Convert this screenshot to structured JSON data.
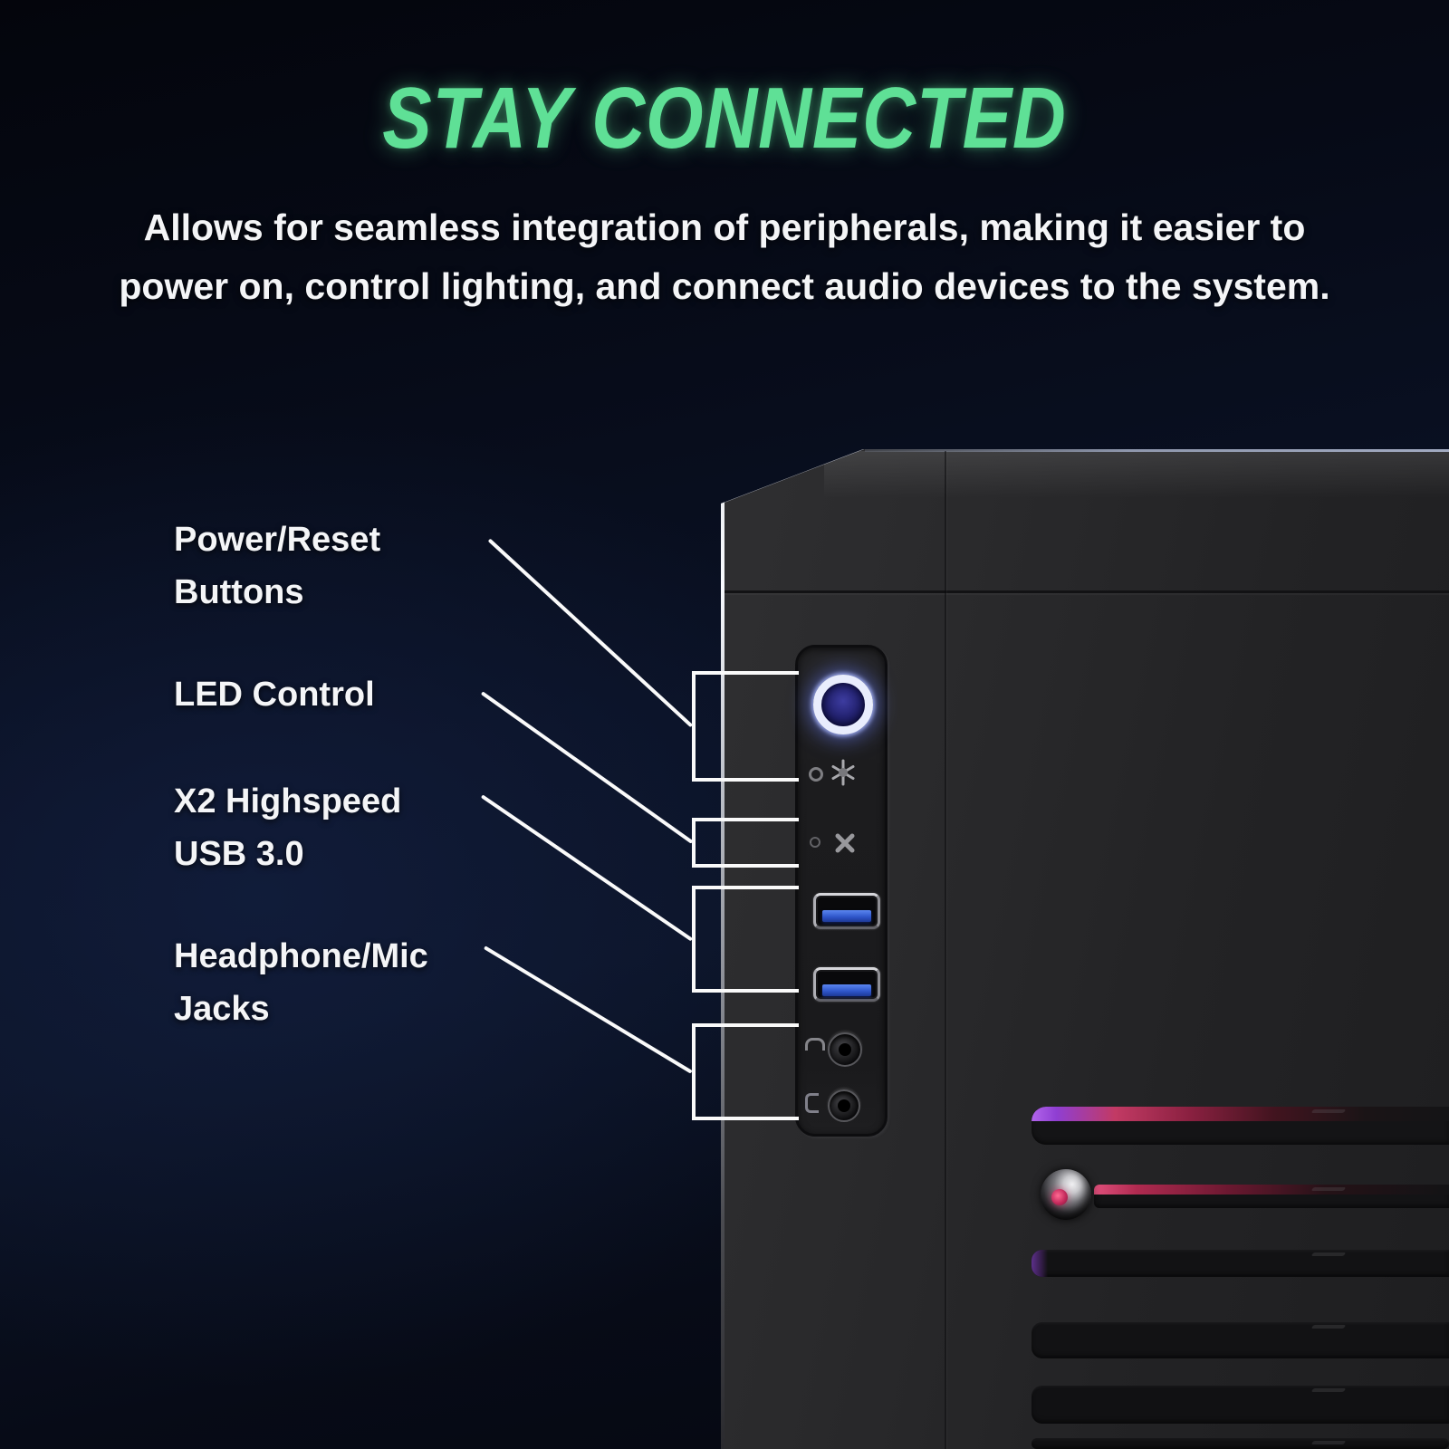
{
  "title": "STAY CONNECTED",
  "subtitle": {
    "line1": "Allows for seamless integration of peripherals, making it easier to",
    "line2": "power on, control lighting, and connect audio devices to the system."
  },
  "callouts": [
    {
      "id": "power-reset-buttons",
      "line1": "Power/Reset",
      "line2": "Buttons"
    },
    {
      "id": "led-control",
      "line1": "LED Control",
      "line2": ""
    },
    {
      "id": "usb-3-0",
      "line1": "X2 Highspeed",
      "line2": "USB 3.0"
    },
    {
      "id": "headphone-mic-jacks",
      "line1": "Headphone/Mic",
      "line2": "Jacks"
    }
  ],
  "io_panel": {
    "power_button": "power-button",
    "reset_button": "reset-button",
    "led_button": "led-mode-button",
    "usb_ports": [
      "usb3-port-1",
      "usb3-port-2"
    ],
    "audio_jacks": [
      "headphone-jack",
      "mic-jack"
    ]
  },
  "front_panel": {
    "knob": "rgb-control-knob",
    "vent_slat_count": 6
  },
  "icons": {
    "power-button-icon": "glowing-ring",
    "reset-button-icon": "asterisk-fan",
    "led-mode-button-icon": "x-cross",
    "usb3-port-icon": "blue-tongue-socket",
    "headphone-jack-icon": "3.5mm-socket-with-headphone-glyph",
    "mic-jack-icon": "3.5mm-socket-with-mic-glyph",
    "rgb-knob-icon": "metal-dial-red-dot"
  },
  "colors": {
    "title_green": "#5FE096",
    "body_text": "#F4F5F7",
    "callout_line": "#FAFAFA",
    "bg_top": "#04050C",
    "bg_mid": "#0B1326",
    "bg_bottom": "#05070F",
    "case_body": "#272729",
    "power_ring": "#E9EDFD",
    "power_core": "#232270",
    "usb_blue": "#2D54C8",
    "rgb_purple": "#8F3ED2",
    "rgb_red": "#B02A50"
  }
}
